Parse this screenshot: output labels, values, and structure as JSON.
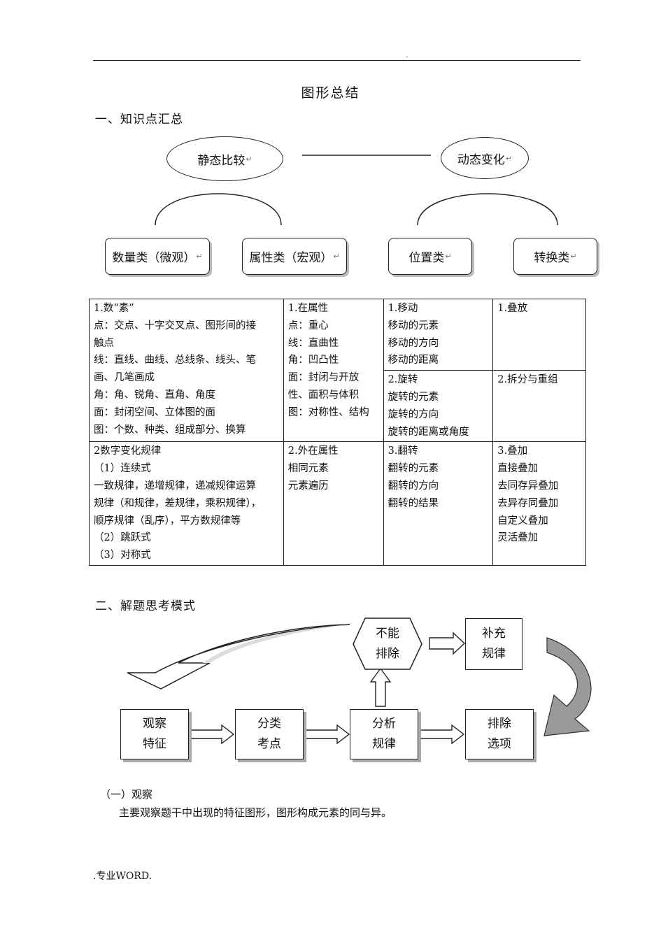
{
  "header": {
    "dot": "."
  },
  "doc": {
    "title": "图形总结",
    "section1": "一、知识点汇总",
    "section2": "二、解题思考模式",
    "sub1": "（一）观察",
    "para1": "主要观察题干中出现的特征图形，图形构成元素的同与异。",
    "footer": ".专业WORD."
  },
  "tree": {
    "static": "静态比较",
    "dynamic": "动态变化",
    "quantity": "数量类（微观）",
    "attribute": "属性类（宏观）",
    "position": "位置类",
    "convert": "转换类",
    "return_mark": "↵"
  },
  "table": {
    "c1a": [
      "1.数“素”",
      "点：交点、十字交叉点、图形间的接",
      "触点",
      "线：直线、曲线、总线条、线头、笔",
      "画、几笔画成",
      "角：角、锐角、直角、角度",
      "面：封闭空间、立体图的面",
      "图：个数、种类、组成部分、换算"
    ],
    "c2a": [
      "1.在属性",
      "点：重心",
      "线：直曲性",
      "角：凹凸性",
      "面：封闭与开放",
      "性、面积与体积",
      "图：对称性、结构"
    ],
    "c3a": [
      "1.移动",
      "移动的元素",
      "移动的方向",
      "移动的距离"
    ],
    "c4a": [
      "1.叠放"
    ],
    "c3b": [
      "2.旋转",
      "旋转的元素",
      "旋转的方向",
      "旋转的距离或角度"
    ],
    "c4b": [
      "2.拆分与重组"
    ],
    "c1c": [
      "2数字变化规律",
      "（1）连续式",
      "一致规律，递增规律，递减规律运算",
      "规律（和规律，差规律，乘积规律），",
      "顺序规律（乱序），平方数规律等",
      "（2）跳跃式",
      "（3）对称式"
    ],
    "c2c": [
      "2.外在属性",
      "相同元素",
      "元素遍历"
    ],
    "c3c": [
      "3.翻转",
      "翻转的元素",
      "翻转的方向",
      "翻转的结果"
    ],
    "c4c": [
      "3.叠加",
      "直接叠加",
      "去同存异叠加",
      "去异存同叠加",
      "自定义叠加",
      "灵活叠加"
    ]
  },
  "flow": {
    "hex": [
      "不能",
      "排除"
    ],
    "supplement": [
      "补充",
      "规律"
    ],
    "observe": [
      "观察",
      "特征"
    ],
    "classify": [
      "分类",
      "考点"
    ],
    "analyze": [
      "分析",
      "规律"
    ],
    "exclude": [
      "排除",
      "选项"
    ]
  }
}
